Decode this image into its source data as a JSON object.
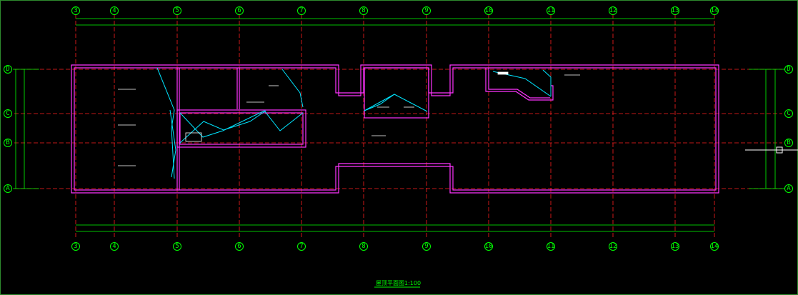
{
  "drawing": {
    "title": "屋顶平面图1:100"
  },
  "axes": {
    "columns": [
      "3",
      "4",
      "5",
      "6",
      "7",
      "8",
      "9",
      "10",
      "11",
      "12",
      "13",
      "14"
    ],
    "rows": [
      "D",
      "C",
      "B",
      "A"
    ]
  },
  "colors": {
    "background": "#000000",
    "axis_bubble": "#00ff00",
    "grid_line": "#ff2020",
    "wall": "#ff33ff",
    "slope_line": "#00e5ff",
    "dimension": "#00ff00",
    "annotation": "#ffffff"
  }
}
